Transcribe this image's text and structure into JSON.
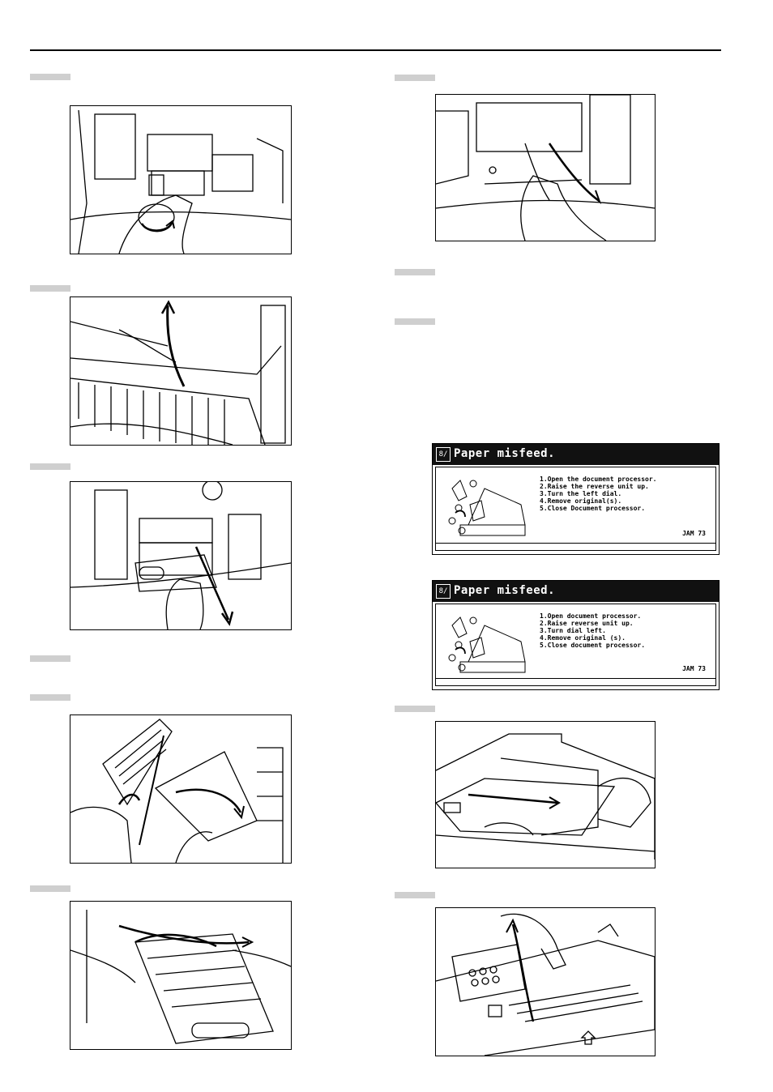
{
  "screens": [
    {
      "title": "Paper misfeed.",
      "icon_label": "8/",
      "instructions": [
        "1.Open the document processor.",
        "2.Raise the reverse unit up.",
        "3.Turn the left dial.",
        "4.Remove original(s).",
        "5.Close Document processor."
      ],
      "code": "JAM 73"
    },
    {
      "title": "Paper misfeed.",
      "icon_label": "8/",
      "instructions": [
        "1.Open document processor.",
        "2.Raise reverse unit up.",
        "3.Turn dial left.",
        "4.Remove original (s).",
        "5.Close document processor."
      ],
      "code": "JAM 73"
    }
  ],
  "colors": {
    "step_marker": "#cfcfcf",
    "screen_bar": "#111111",
    "rule": "#000000"
  },
  "icons": [
    "step-marker",
    "copier-illustration",
    "arrow-icon"
  ]
}
